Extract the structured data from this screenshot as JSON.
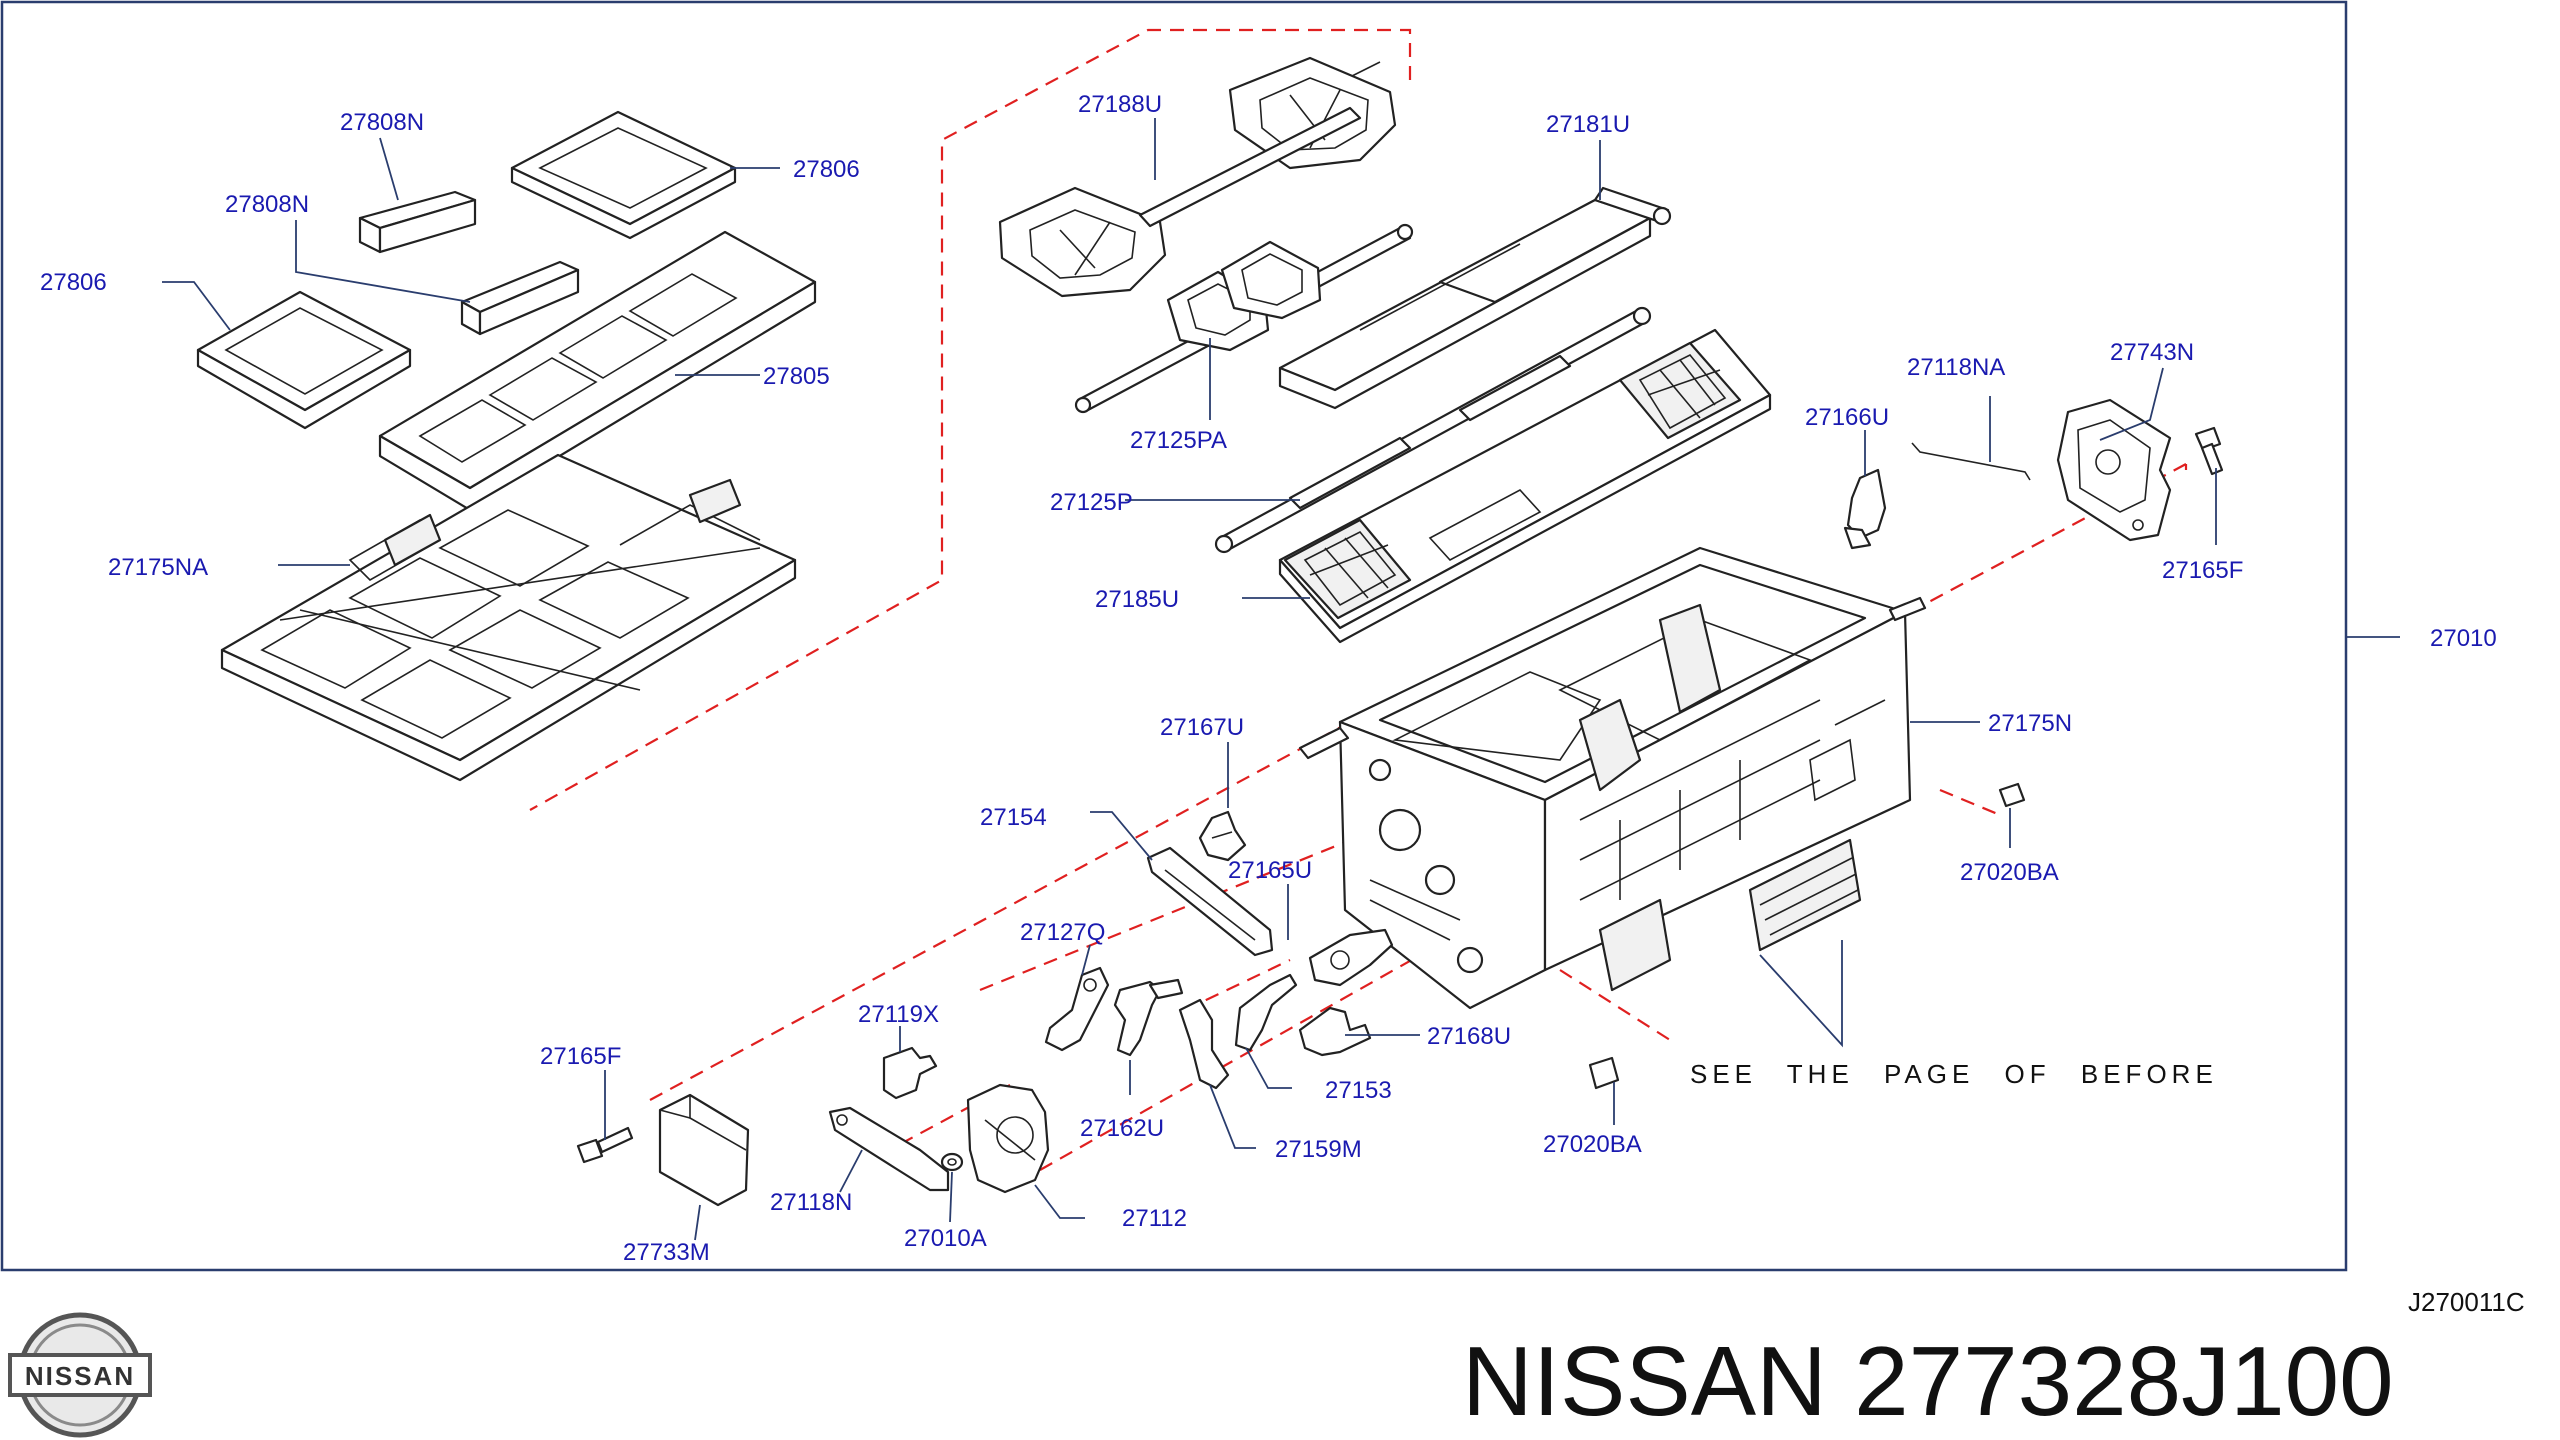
{
  "diagram": {
    "labels": {
      "p27808N_a": "27808N",
      "p27806_a": "27806",
      "p27808N_b": "27808N",
      "p27806_b": "27806",
      "p27805": "27805",
      "p27175NA": "27175NA",
      "p27188U": "27188U",
      "p27181U": "27181U",
      "p27125PA": "27125PA",
      "p27125P": "27125P",
      "p27185U": "27185U",
      "p27118NA": "27118NA",
      "p27743N": "27743N",
      "p27166U": "27166U",
      "p27165F_a": "27165F",
      "p27010": "27010",
      "p27175N": "27175N",
      "p27167U": "27167U",
      "p27154": "27154",
      "p27165U": "27165U",
      "p27020BA_a": "27020BA",
      "p27127Q": "27127Q",
      "p27119X": "27119X",
      "p27165F_b": "27165F",
      "p27168U": "27168U",
      "p27153": "27153",
      "p27162U": "27162U",
      "p27159M": "27159M",
      "p27020BA_b": "27020BA",
      "p27118N": "27118N",
      "p27112": "27112",
      "p27733M": "27733M",
      "p27010A": "27010A"
    },
    "note": "SEE THE PAGE OF BEFORE",
    "ref_code": "J270011C"
  },
  "footer": {
    "brand_logo_text": "NISSAN",
    "title": "NISSAN 277328J100"
  },
  "colors": {
    "label_blue": "#1a1ab0",
    "dash_red": "#e02020",
    "frame": "#2a3d6e"
  }
}
